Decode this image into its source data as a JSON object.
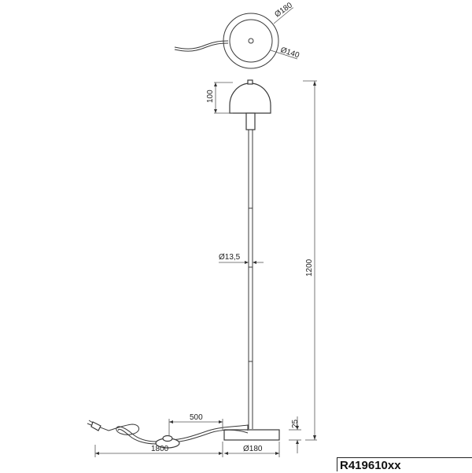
{
  "drawing": {
    "title": "Floor lamp dimension drawing",
    "product_code": "R419610xx",
    "units": "mm",
    "dimensions": {
      "base_diameter_top_view": "Ø180",
      "shade_diameter_top_view": "Ø140",
      "shade_height": "100",
      "pole_diameter": "Ø13,5",
      "total_height": "1200",
      "base_height": "25",
      "switch_distance": "500",
      "cable_length": "1800",
      "base_diameter_side_view": "Ø180"
    },
    "views": [
      "top-view",
      "side-view"
    ],
    "colors": {
      "line": "#3a3a3a",
      "background": "#ffffff",
      "text": "#222222"
    }
  }
}
